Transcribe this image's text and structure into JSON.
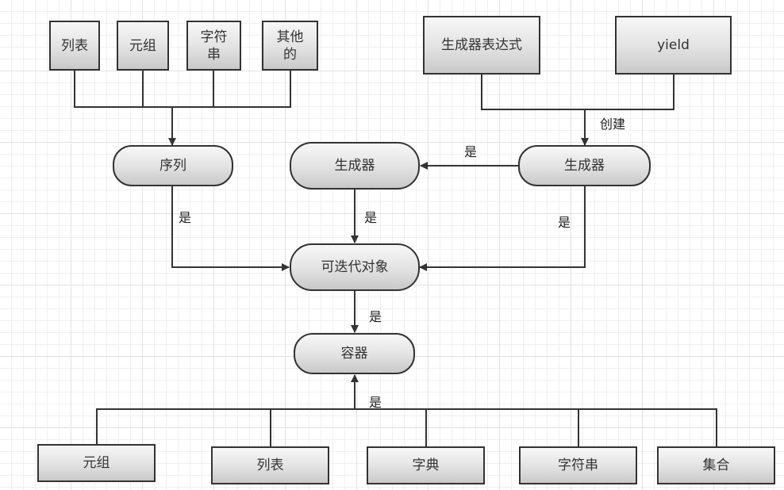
{
  "diagram": {
    "title": "Python 可迭代对象关系图",
    "nodes": {
      "list_top": "列表",
      "tuple_top": "元组",
      "string_top": "字符\n串",
      "other_top": "其他\n的",
      "gen_expr": "生成器表达式",
      "yield": "yield",
      "sequence": "序列",
      "generator_left": "生成器",
      "generator_right": "生成器",
      "iterable": "可迭代对象",
      "container": "容器",
      "tuple_bottom": "元组",
      "list_bottom": "列表",
      "dict_bottom": "字典",
      "string_bottom": "字符串",
      "set_bottom": "集合"
    },
    "edge_labels": {
      "create": "创建",
      "gen_right_to_left": "是",
      "sequence_to_iterable": "是",
      "gen_left_to_iterable": "是",
      "gen_right_to_iterable": "是",
      "iterable_to_container": "是",
      "bottom_to_container": "是"
    },
    "colors": {
      "line": "#333333",
      "node_fill_top": "#f7f7f7",
      "node_fill_bottom": "#c9c9c9",
      "grid": "#e2e2e2"
    }
  }
}
